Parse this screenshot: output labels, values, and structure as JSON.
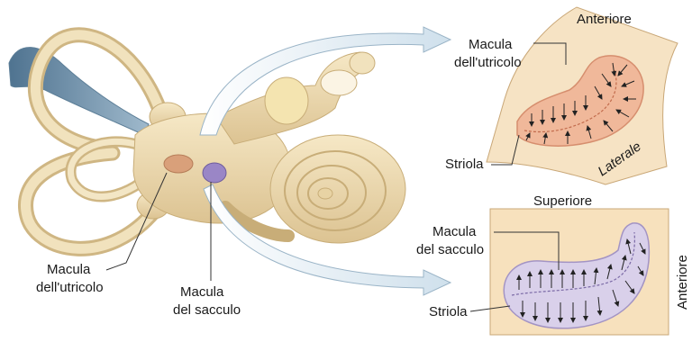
{
  "labels": {
    "utricle_macula_left": [
      "Macula",
      "dell'utricolo"
    ],
    "saccule_macula_left": [
      "Macula",
      "del sacculo"
    ],
    "utricle_panel": {
      "macula": [
        "Macula",
        "dell'utricolo"
      ],
      "striola": "Striola",
      "anteriore": "Anteriore",
      "laterale": "Laterale"
    },
    "saccule_panel": {
      "superiore": "Superiore",
      "macula": [
        "Macula",
        "del sacculo"
      ],
      "striola": "Striola",
      "anteriore": "Anteriore"
    }
  },
  "colors": {
    "bone": "#eedcb3",
    "bone_shadow": "#d8c08e",
    "duct_blue": "#6b8fa8",
    "utricle_macula": "#d9a07a",
    "saccule_macula": "#9a86c6",
    "utricle_panel_bg": "#f6e3c4",
    "utricle_macula_fill": "#f0b89a",
    "saccule_panel_bg": "#f7e1bd",
    "saccule_macula_fill": "#d9d0ea",
    "arrow_band": "#dfeaf2"
  }
}
